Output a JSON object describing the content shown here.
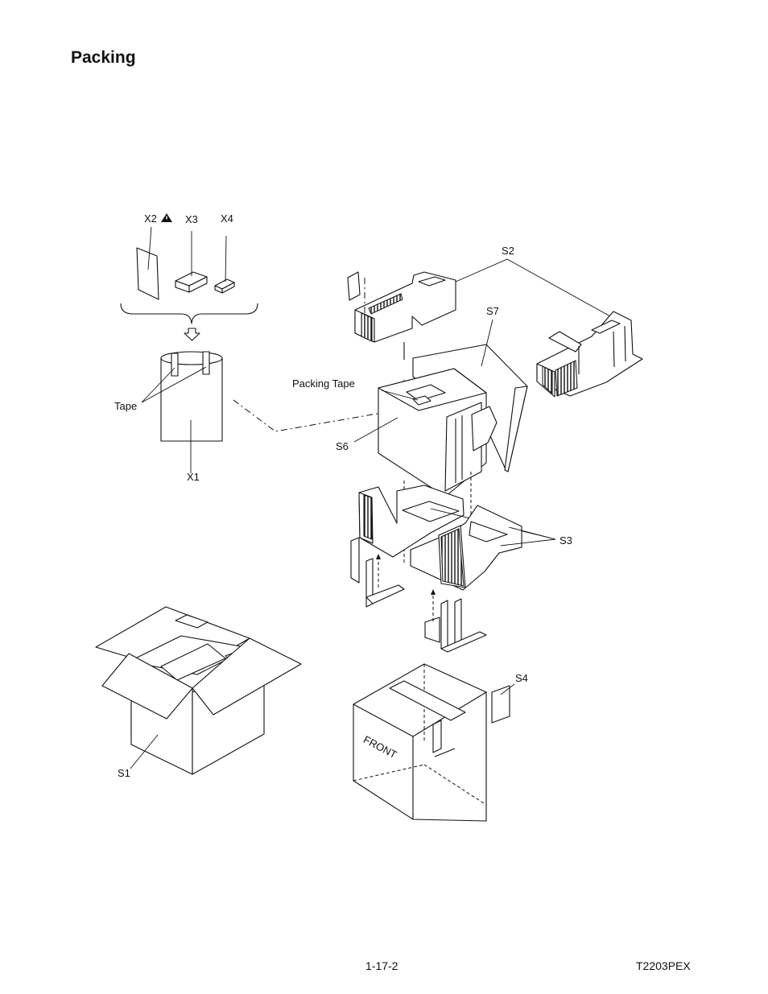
{
  "page": {
    "title": "Packing",
    "page_number": "1-17-2",
    "doc_code": "T2203PEX"
  },
  "labels": {
    "x1": "X1",
    "x2": "X2",
    "x3": "X3",
    "x4": "X4",
    "tape": "Tape",
    "packing_tape": "Packing Tape",
    "s1": "S1",
    "s2": "S2",
    "s3": "S3",
    "s4": "S4",
    "s6": "S6",
    "s7": "S7",
    "front": "FRONT"
  }
}
